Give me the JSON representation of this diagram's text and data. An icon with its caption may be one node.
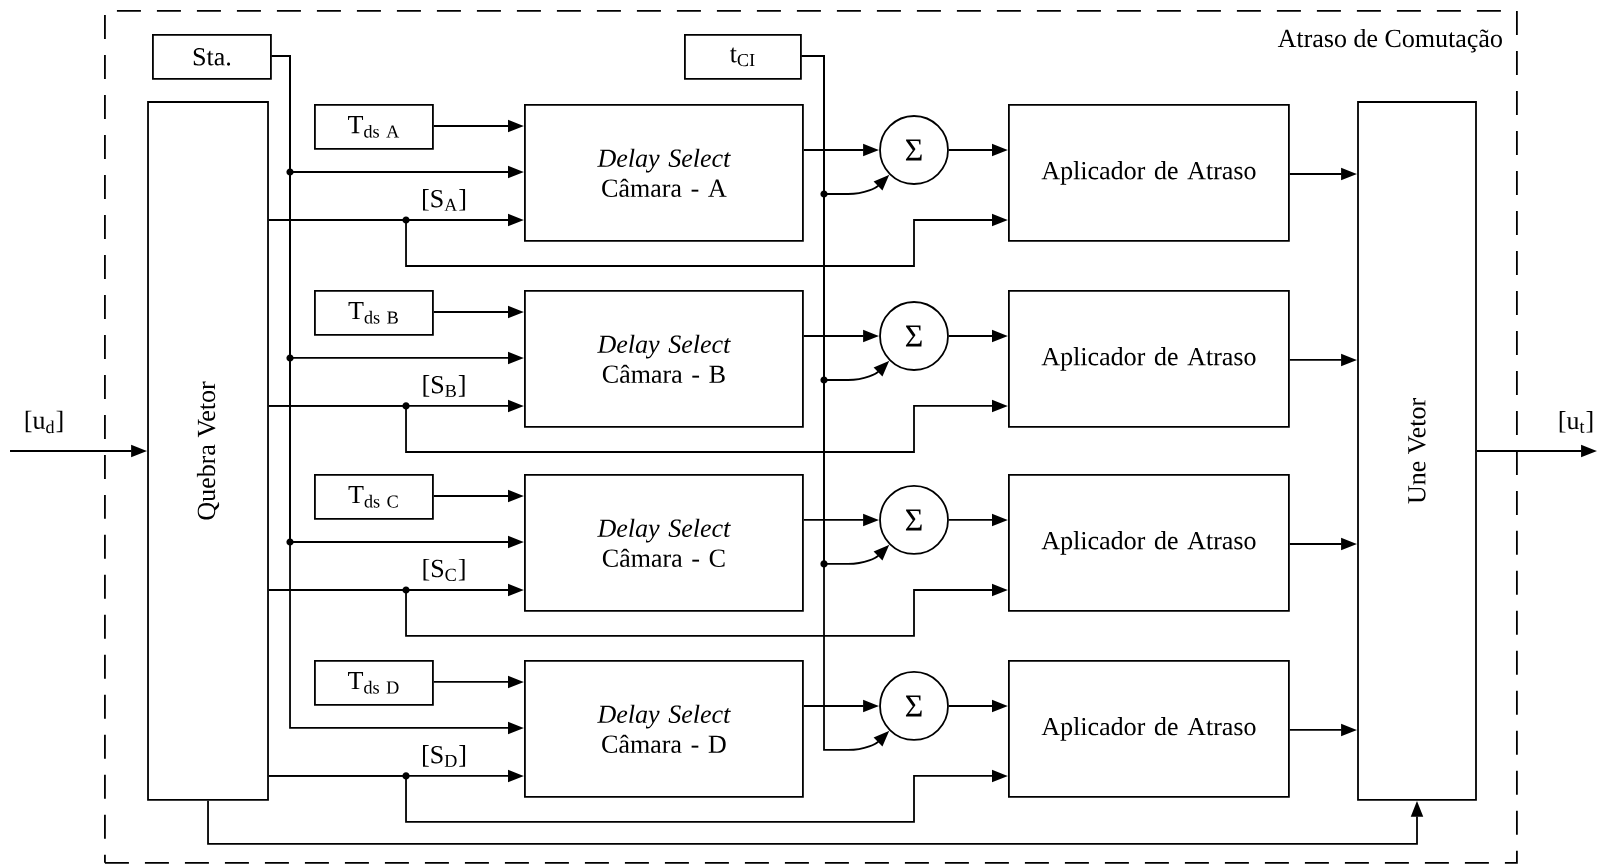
{
  "diagram": {
    "nodes": [
      {
        "text": [
          "Atraso de Comutação"
        ]
      },
      {
        "text": [
          "[u$_{d}$]"
        ]
      },
      {
        "text": [
          "Sta."
        ],
        "in": 0
      },
      {
        "text": [
          "t$_{CI}$"
        ],
        "in": 0
      },
      {
        "text": [
          "Quebra Vetor"
        ],
        "in": 0
      },
      {
        "text": [
          "Une Vetor"
        ],
        "in": 0
      },
      {
        "text": [
          "\\mathrm{T}_{\\mathrm{ds\\ A}}"
        ],
        "in": 0
      },
      {
        "text": [
          "Delay Select",
          "Câmara - A"
        ],
        "in": 0
      },
      {
        "text": [
          "Σ"
        ],
        "in": 0
      },
      {
        "text": [
          "Aplicador de Atraso"
        ],
        "in": 0
      },
      {
        "text": [
          "\\mathrm{T}_{\\mathrm{ds\\ B}}"
        ],
        "in": 0
      },
      {
        "text": [
          "Delay Select",
          "Câmara - B"
        ],
        "in": 0
      },
      {
        "text": [
          "Σ"
        ],
        "in": 0
      },
      {
        "text": [
          "Aplicador de Atraso"
        ],
        "in": 0
      },
      {
        "text": [
          "\\mathrm{T}_{\\mathrm{ds\\ C}}"
        ],
        "in": 0
      },
      {
        "text": [
          "Delay Select",
          "Câmara - C"
        ],
        "in": 0
      },
      {
        "text": [
          "Σ"
        ],
        "in": 0
      },
      {
        "text": [
          "Aplicador de Atraso"
        ],
        "in": 0
      },
      {
        "text": [
          "\\mathrm{T}_{\\mathrm{ds\\ D}}"
        ],
        "in": 0
      },
      {
        "text": [
          "Delay Select",
          "Câmara - D"
        ],
        "in": 0
      },
      {
        "text": [
          "Σ"
        ],
        "in": 0
      },
      {
        "text": [
          "Aplicador de Atraso"
        ],
        "in": 0
      },
      {
        "text": [
          "[u$_{t}$]"
        ]
      }
    ],
    "edges": [
      {
        "from": 1,
        "to": 4,
        "arrow": "to"
      },
      {
        "from": 6,
        "to": 7,
        "arrow": "to"
      },
      {
        "from": 2,
        "to": 7,
        "arrow": "to"
      },
      {
        "from": 4,
        "to": 7,
        "arrow": "to",
        "label": "[S$_{A}$]"
      },
      {
        "from": 7,
        "to": 8,
        "arrow": "to"
      },
      {
        "from": 3,
        "to": 8,
        "arrow": "to"
      },
      {
        "from": 8,
        "to": 9,
        "arrow": "to"
      },
      {
        "from": 4,
        "to": 9,
        "arrow": "to"
      },
      {
        "from": 9,
        "to": 5,
        "arrow": "to"
      },
      {
        "from": 10,
        "to": 11,
        "arrow": "to"
      },
      {
        "from": 2,
        "to": 11,
        "arrow": "to"
      },
      {
        "from": 4,
        "to": 11,
        "arrow": "to",
        "label": "[S$_{B}$]"
      },
      {
        "from": 11,
        "to": 12,
        "arrow": "to"
      },
      {
        "from": 3,
        "to": 12,
        "arrow": "to"
      },
      {
        "from": 12,
        "to": 13,
        "arrow": "to"
      },
      {
        "from": 4,
        "to": 13,
        "arrow": "to"
      },
      {
        "from": 13,
        "to": 5,
        "arrow": "to"
      },
      {
        "from": 14,
        "to": 15,
        "arrow": "to"
      },
      {
        "from": 2,
        "to": 15,
        "arrow": "to"
      },
      {
        "from": 4,
        "to": 15,
        "arrow": "to",
        "label": "[S$_{C}$]"
      },
      {
        "from": 15,
        "to": 16,
        "arrow": "to"
      },
      {
        "from": 3,
        "to": 16,
        "arrow": "to"
      },
      {
        "from": 16,
        "to": 17,
        "arrow": "to"
      },
      {
        "from": 4,
        "to": 17,
        "arrow": "to"
      },
      {
        "from": 17,
        "to": 5,
        "arrow": "to"
      },
      {
        "from": 18,
        "to": 19,
        "arrow": "to"
      },
      {
        "from": 2,
        "to": 19,
        "arrow": "to"
      },
      {
        "from": 4,
        "to": 19,
        "arrow": "to",
        "label": "[S$_{D}$]"
      },
      {
        "from": 19,
        "to": 20,
        "arrow": "to"
      },
      {
        "from": 3,
        "to": 20,
        "arrow": "to"
      },
      {
        "from": 20,
        "to": 21,
        "arrow": "to"
      },
      {
        "from": 4,
        "to": 21,
        "arrow": "to"
      },
      {
        "from": 21,
        "to": 5,
        "arrow": "to"
      },
      {
        "from": 4,
        "to": 5,
        "arrow": "to"
      },
      {
        "from": 5,
        "to": 22,
        "arrow": "to"
      }
    ]
  }
}
